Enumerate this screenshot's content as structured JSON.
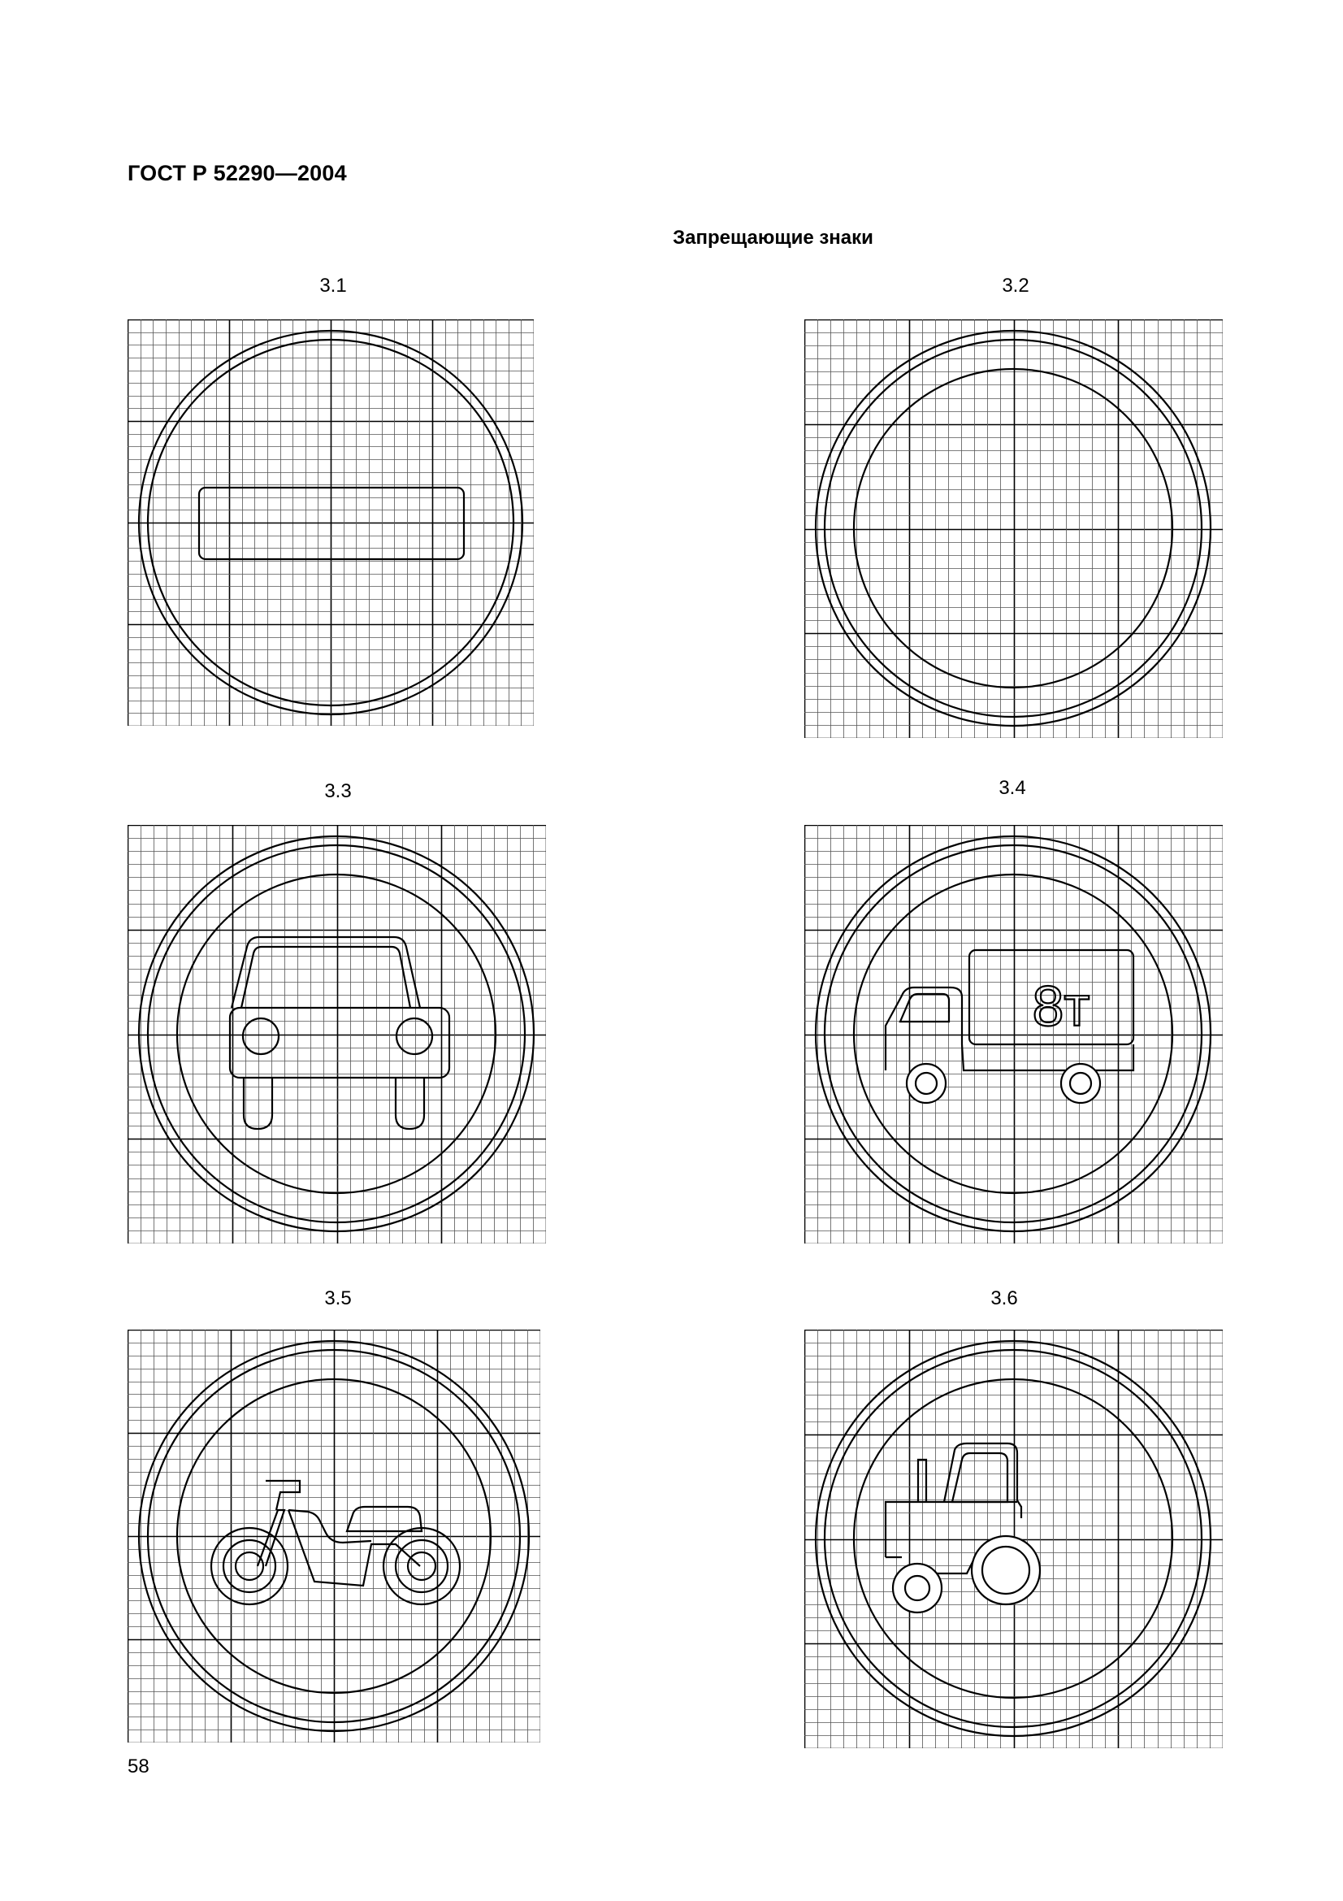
{
  "header": {
    "doc_id": "ГОСТ Р 52290—2004"
  },
  "section": {
    "title": "Запрещающие знаки"
  },
  "signs": [
    {
      "label": "3.1",
      "symbol": "no-entry-bar"
    },
    {
      "label": "3.2",
      "symbol": "empty-circle"
    },
    {
      "label": "3.3",
      "symbol": "car"
    },
    {
      "label": "3.4",
      "symbol": "truck",
      "inner_text": "8т"
    },
    {
      "label": "3.5",
      "symbol": "motorcycle"
    },
    {
      "label": "3.6",
      "symbol": "tractor"
    }
  ],
  "footer": {
    "page_number": "58"
  }
}
